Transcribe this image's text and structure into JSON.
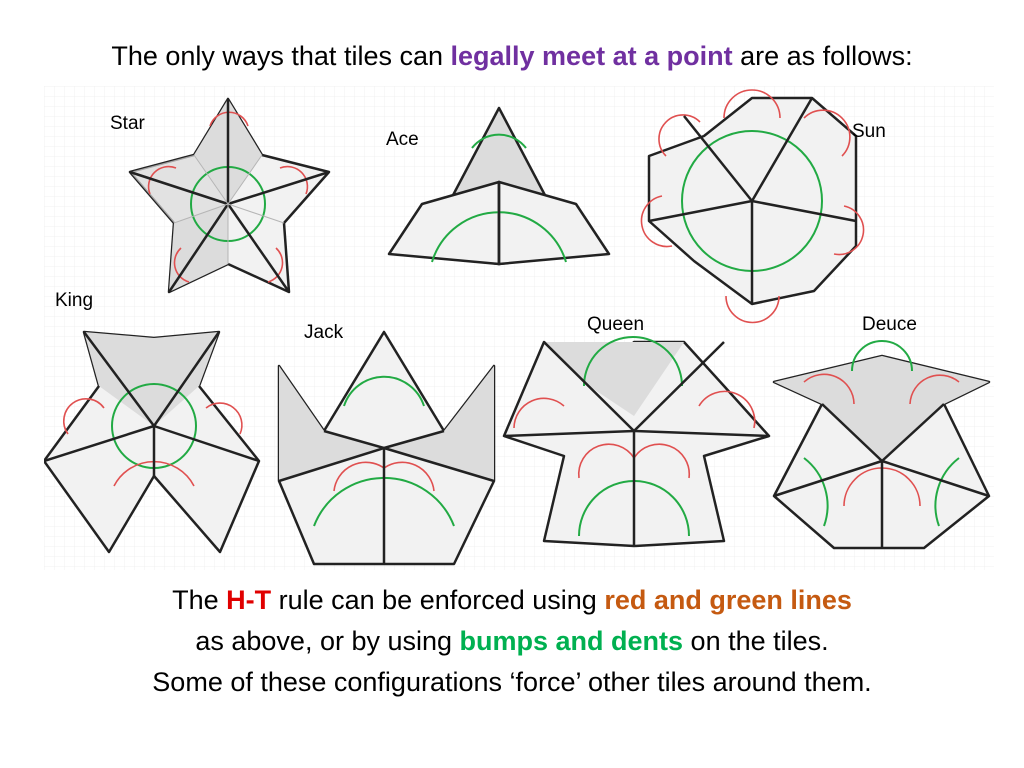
{
  "title": {
    "prefix": "The only ways that tiles can ",
    "highlight": "legally meet at a point",
    "suffix": " are as follows:"
  },
  "vertex_labels": {
    "star": "Star",
    "ace": "Ace",
    "sun": "Sun",
    "king": "King",
    "jack": "Jack",
    "queen": "Queen",
    "deuce": "Deuce"
  },
  "bottom": {
    "line1_pre": "The ",
    "line1_ht": "H-T",
    "line1_mid": " rule can be enforced using ",
    "line1_lines": "red and green lines",
    "line2_pre": "as above, or by using ",
    "line2_bumps": "bumps and dents",
    "line2_post": " on the tiles.",
    "line3": "Some of these configurations ‘force’ other tiles around them."
  },
  "colors": {
    "purple": "#7030a0",
    "red": "#e00000",
    "brown": "#c55a11",
    "green": "#00b050",
    "arc_red": "#e05050",
    "arc_green": "#22aa44",
    "tile_gray": "#dcdcdc",
    "tile_light": "#f2f2f2"
  }
}
